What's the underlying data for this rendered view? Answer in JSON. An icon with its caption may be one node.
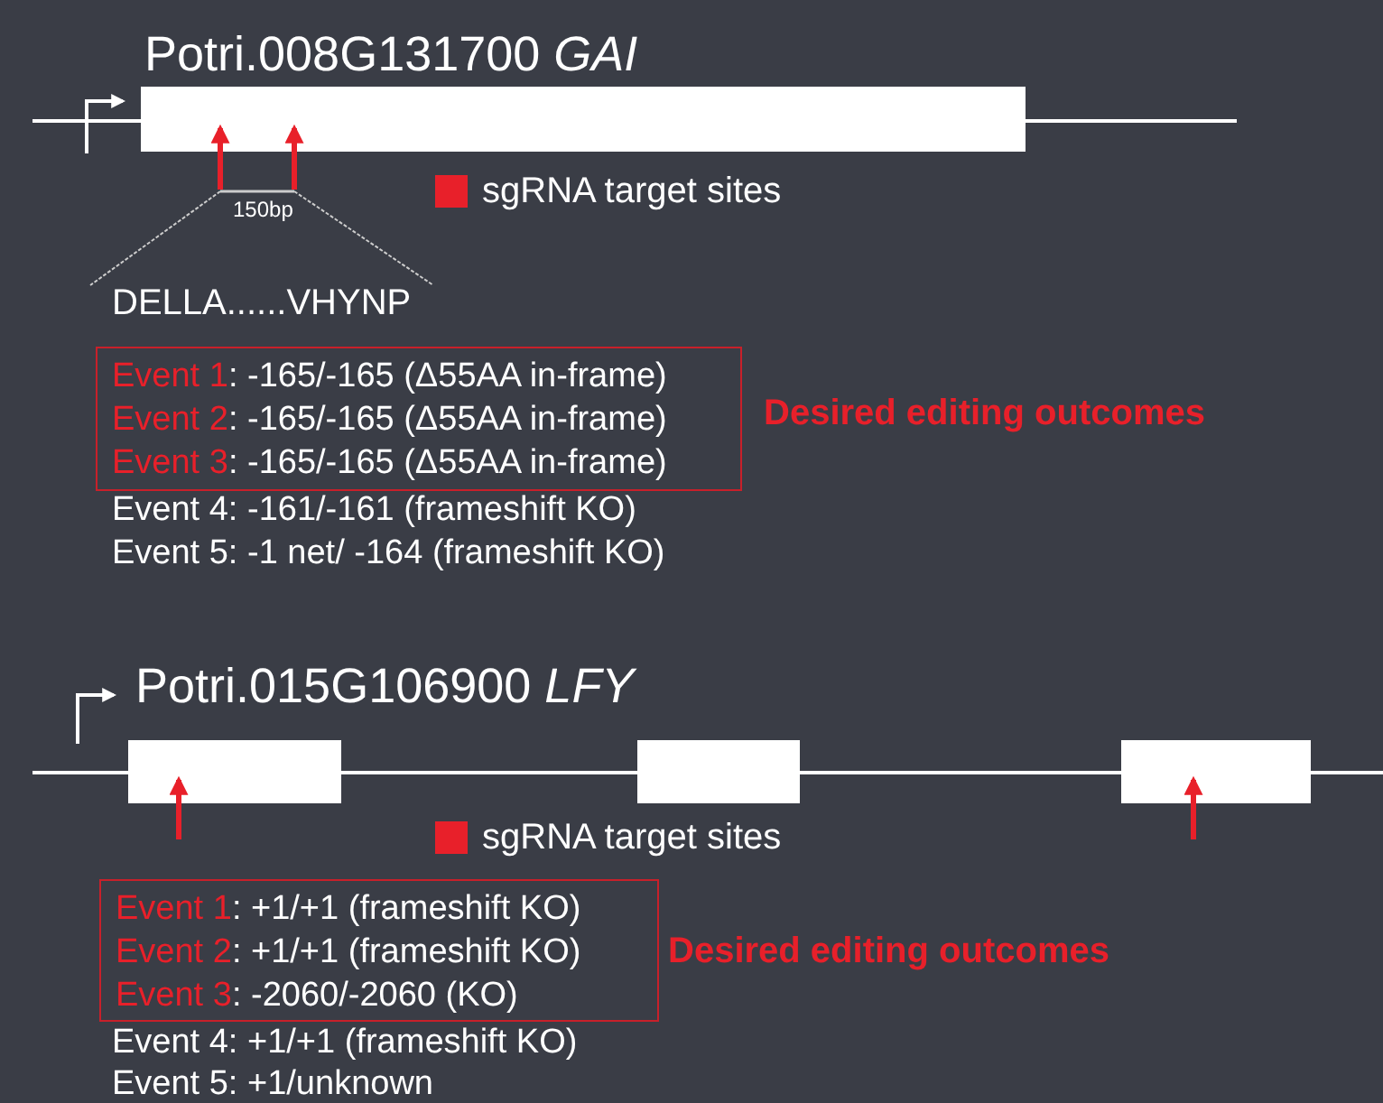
{
  "diagram": {
    "nodes": [
      {
        "text": [
          "Event 1: -165/-165 (Δ55AA in-frame)",
          "Event 2: -165/-165 (Δ55AA in-frame)",
          "Event 3: -165/-165 (Δ55AA in-frame)"
        ],
        "beside": [
          "Desired editing outcomes"
        ]
      },
      {
        "text": [
          "Event 1: +1/+1 (frameshift KO)",
          "Event 2: +1/+1 (frameshift KO)",
          "Event 3: -2060/-2060  (KO)"
        ],
        "beside": [
          "Desired editing outcomes"
        ]
      }
    ],
    "labels": [
      "Potri.008G131700 *GAI*",
      "150bp",
      "DELLA......VHYNP",
      "Event 4: -161/-161 (frameshift KO)",
      "Event 5: -1 net/ -164 (frameshift KO)",
      "Potri.015G106900 *LFY*",
      "Event 4: +1/+1 (frameshift KO)",
      "Event 5: +1/unknown"
    ],
    "legend": [
      {
        "text": "sgRNA target sites",
        "color": "#e8202a"
      },
      {
        "text": "sgRNA target sites",
        "color": "#e8202a"
      }
    ]
  }
}
